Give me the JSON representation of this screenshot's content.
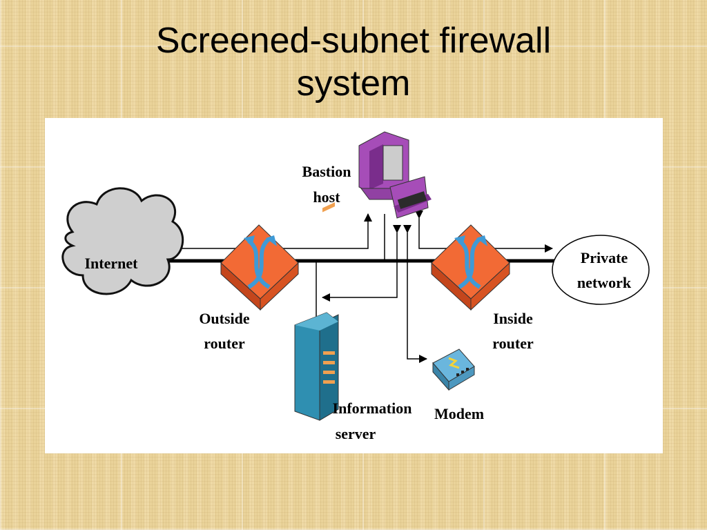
{
  "title": {
    "line1": "Screened-subnet firewall",
    "line2": "system"
  },
  "diagram": {
    "nodes": {
      "internet": {
        "label": "Internet"
      },
      "outside_router": {
        "label1": "Outside",
        "label2": "router"
      },
      "bastion_host": {
        "label1": "Bastion",
        "label2": "host"
      },
      "information_server": {
        "label1": "Information",
        "label2": "server"
      },
      "modem": {
        "label": "Modem"
      },
      "inside_router": {
        "label1": "Inside",
        "label2": "router"
      },
      "private_network": {
        "label1": "Private",
        "label2": "network"
      }
    },
    "colors": {
      "router_orange": "#f26a35",
      "router_arrow": "#3f9ad6",
      "bastion_purple": "#a64db8",
      "server_teal": "#2f8fb1",
      "modem_blue": "#6ab6dd",
      "cloud_gray": "#cfcfcf"
    }
  }
}
